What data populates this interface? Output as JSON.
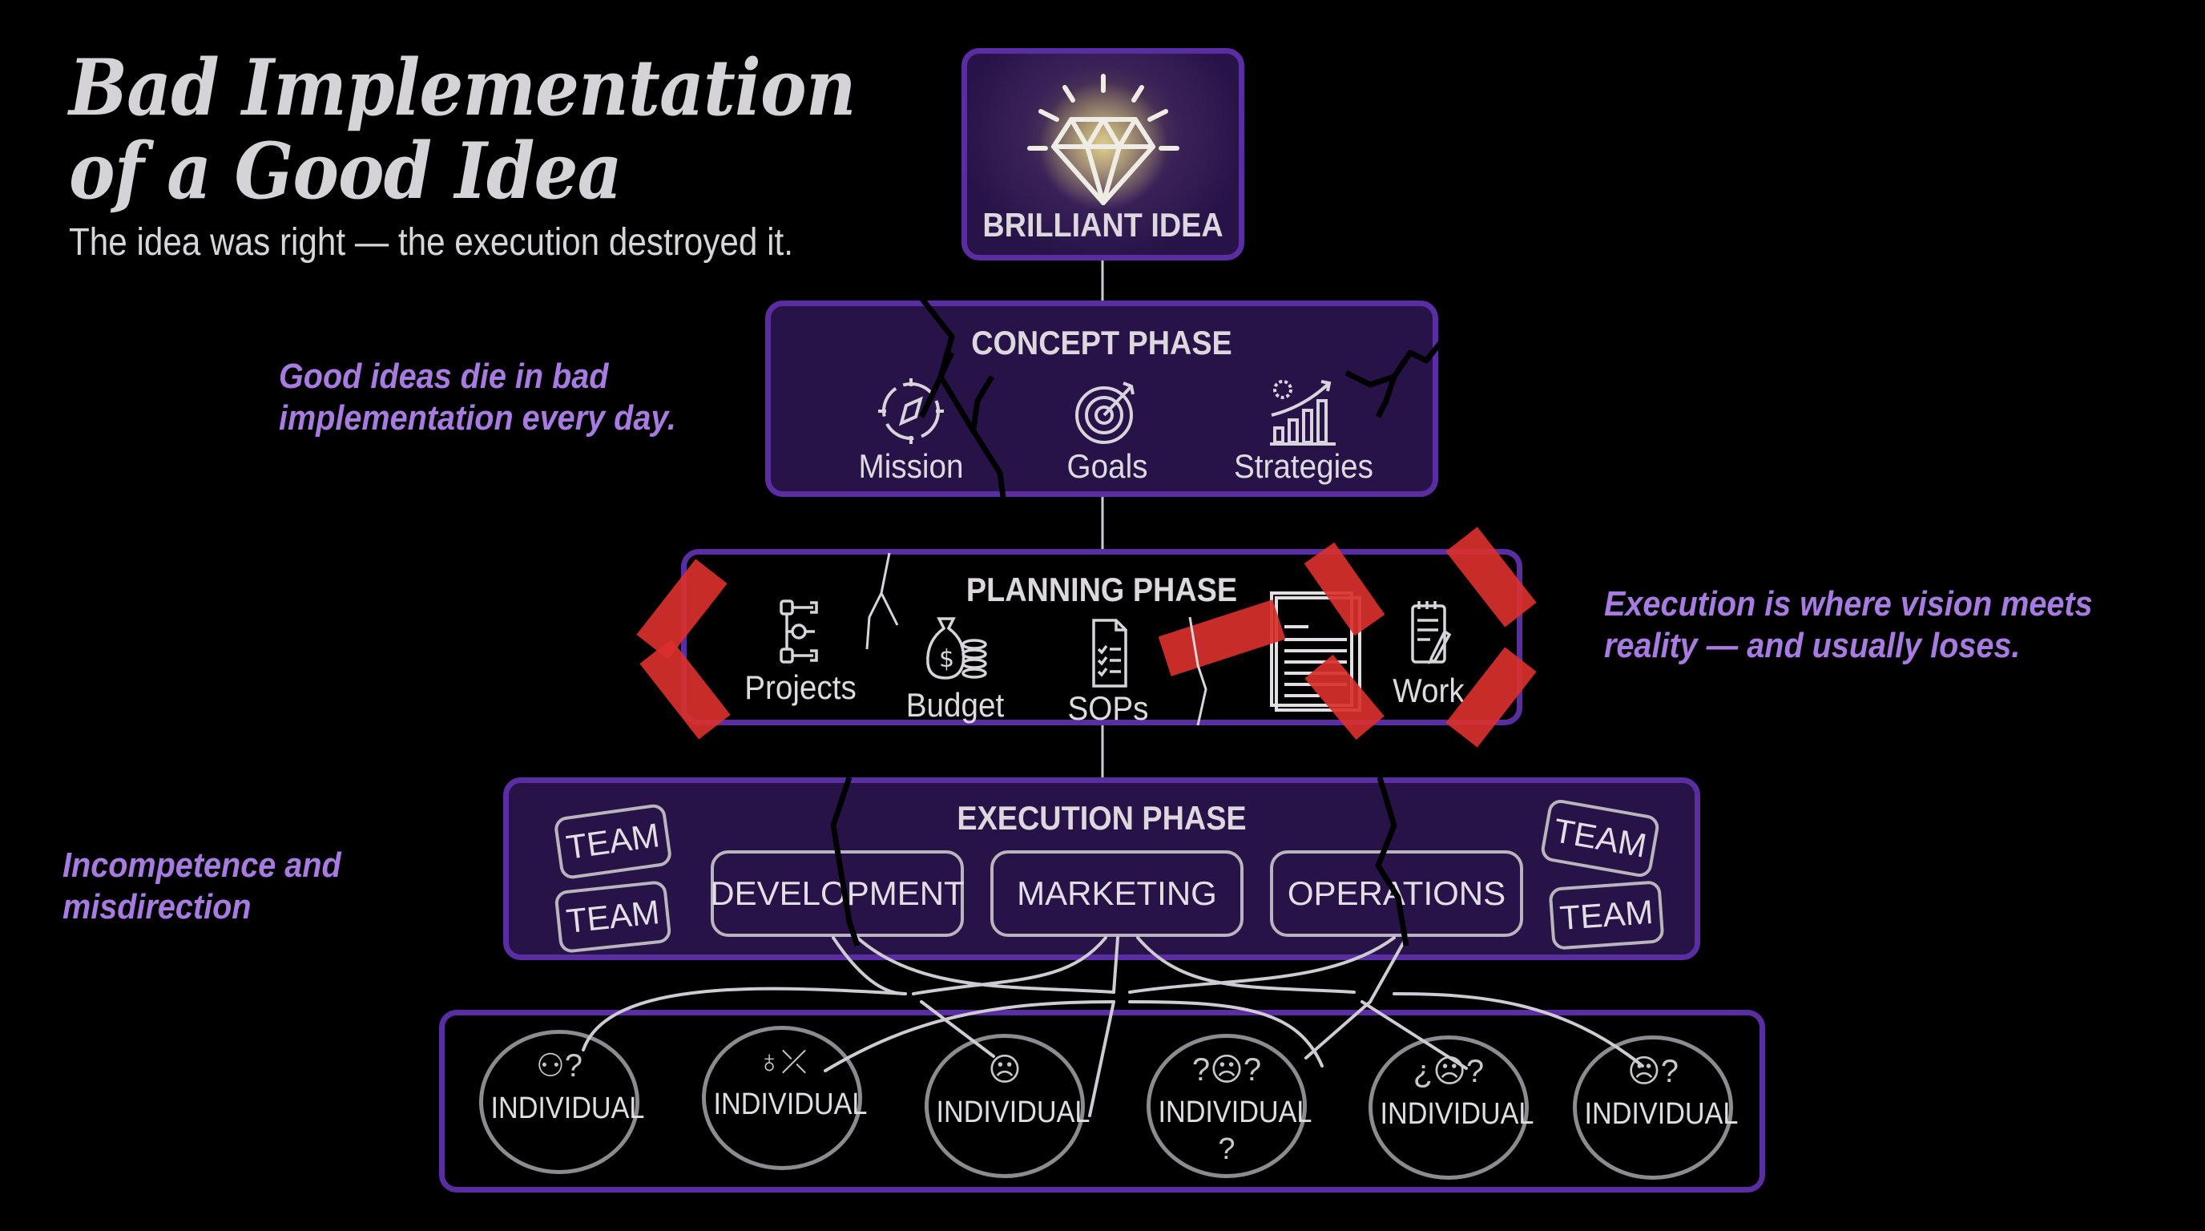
{
  "header": {
    "title_line1": "Bad Implementation",
    "title_line2": "of a Good Idea",
    "subtitle": "The idea was right — the execution destroyed it."
  },
  "callouts": {
    "left_top": [
      "Good ideas die in bad",
      "implementation every day."
    ],
    "right": [
      "Execution is where vision meets",
      "reality — and usually loses."
    ],
    "left_bottom": [
      "Incompetence and",
      "misdirection"
    ]
  },
  "idea": {
    "label": "BRILLIANT IDEA",
    "icon": "diamond-icon",
    "glow_color": "#f3e39a"
  },
  "concept": {
    "title": "CONCEPT PHASE",
    "items": [
      {
        "label": "Mission",
        "icon": "compass-icon"
      },
      {
        "label": "Goals",
        "icon": "target-icon"
      },
      {
        "label": "Strategies",
        "icon": "growth-chart-icon"
      }
    ]
  },
  "planning": {
    "title": "PLANNING PHASE",
    "items": [
      {
        "label": "Projects",
        "icon": "flowchart-icon"
      },
      {
        "label": "Budget",
        "icon": "money-bag-icon"
      },
      {
        "label": "SOPs",
        "icon": "checklist-icon"
      },
      {
        "label": "Work",
        "icon": "notepad-icon"
      }
    ],
    "extra_icon": "document-stack-icon"
  },
  "execution": {
    "title": "EXECUTION PHASE",
    "departments": [
      "DEVELOPMENT",
      "MARKETING",
      "OPERATIONS"
    ],
    "teams": [
      "TEAM",
      "TEAM",
      "TEAM",
      "TEAM"
    ]
  },
  "individuals": [
    {
      "label": "INDIVIDUAL",
      "icon": "confused-person-icon",
      "glyph": "⚇?",
      "extra": ""
    },
    {
      "label": "INDIVIDUAL",
      "icon": "scribble-icon",
      "glyph": "♁⤫",
      "extra": ""
    },
    {
      "label": "INDIVIDUAL",
      "icon": "sad-face-icon",
      "glyph": "☹",
      "extra": ""
    },
    {
      "label": "INDIVIDUAL",
      "icon": "confused-sad-face-icon",
      "glyph": "?☹?",
      "extra": "?"
    },
    {
      "label": "INDIVIDUAL",
      "icon": "confused-sad-face-icon",
      "glyph": "¿☹?",
      "extra": ""
    },
    {
      "label": "INDIVIDUAL",
      "icon": "sad-face-question-icon",
      "glyph": "☹?",
      "extra": ""
    }
  ],
  "colors": {
    "background": "#000000",
    "box_fill": "#271347",
    "box_border": "#5a2ea2",
    "callout_text": "#a77be0",
    "tape": "#d9302c",
    "text": "#e2dee4"
  }
}
